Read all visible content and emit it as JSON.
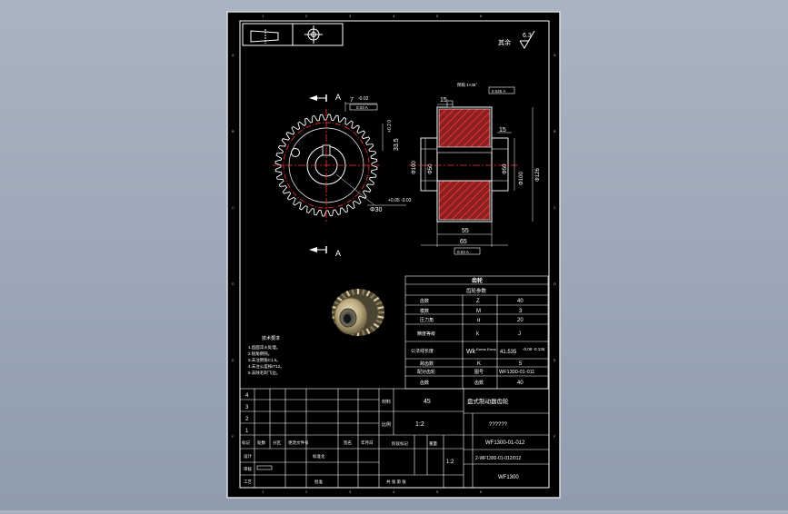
{
  "colors": {
    "background": "#98a5b5",
    "sheet": "#000000",
    "line": "#ffffff",
    "hatch": "#ff2a2a",
    "section_fill": "#8c1f1f",
    "dim": "#ffffff",
    "center": "#ff3030",
    "render_gear": "#b7a77a"
  },
  "drawing": {
    "zone_top": [
      "1",
      "2",
      "3",
      "4",
      "5",
      "6"
    ],
    "zone_side": [
      "A",
      "B",
      "C",
      "D",
      "E",
      "F"
    ],
    "section_label": "A",
    "surface_note": "其余",
    "roughness": "6.3",
    "dims": {
      "keyway_width": "7",
      "keyway_tol": "-0.02",
      "keyway_sym": "0.03 A",
      "key_depth": "33.5",
      "key_depth_tol": "+0.2 0",
      "bore": "Φ30",
      "bore_tol": "+0.05 -0.03",
      "face_len": "15",
      "face_len_b": "15",
      "d50a": "Φ50",
      "d50b": "Φ50",
      "d100a": "Φ100",
      "d100b": "Φ100",
      "d126": "Φ126",
      "len55": "55",
      "len65": "65",
      "runout": "0.025 A",
      "runout_b": "0.03 A",
      "chamfer": "倒角 1×45°"
    },
    "tech_req": {
      "title": "技术要求",
      "items": [
        "1.齿面淬火处理。",
        "2.锐角倒钝。",
        "3.未注倒角C1.5。",
        "4.未注公差按IT12。",
        "5.去除毛刺飞边。"
      ]
    }
  },
  "param_table": {
    "title": "齿轮",
    "subtitle": "齿轮参数",
    "rows": [
      {
        "label": "齿数",
        "sym": "Z",
        "value": "40"
      },
      {
        "label": "模数",
        "sym": "M",
        "value": "3"
      },
      {
        "label": "压力角",
        "sym": "α",
        "value": "20"
      },
      {
        "label": "精度等级",
        "sym": "k",
        "value": "J"
      },
      {
        "label": "公法线长度",
        "sym": "Wk",
        "sym2": "Ewms Ewmi",
        "value": "41.535",
        "value2": "-0.08 -0.136"
      },
      {
        "label": "跨齿数",
        "sym": "K",
        "value": "5"
      },
      {
        "label": "配对齿轮",
        "sym": "图号",
        "value": "WF1300-01-011"
      },
      {
        "label": "齿数",
        "sym": "齿数",
        "value": "40"
      }
    ]
  },
  "title_block": {
    "revision_rows": [
      "4",
      "3",
      "2",
      "1"
    ],
    "material_label": "材料",
    "material": "45",
    "scale_label": "比例",
    "scale": "1:2",
    "school": "??????",
    "company_title": "盘式制动器齿轮",
    "drawing_no": "WF1300-01-012",
    "drawing_no_2": "2-WF1300-01-012/012",
    "assembly": "WF1300",
    "header_cells": [
      "标记",
      "处数",
      "分区",
      "更改文件号",
      "签名",
      "年月日"
    ],
    "roles": [
      "设计",
      "审核",
      "工艺"
    ],
    "std_label": "标准化",
    "approve_label": "批准",
    "sheet_label": "共 张 第 张",
    "qty_label": "阶段标记",
    "weight_label": "重量"
  }
}
